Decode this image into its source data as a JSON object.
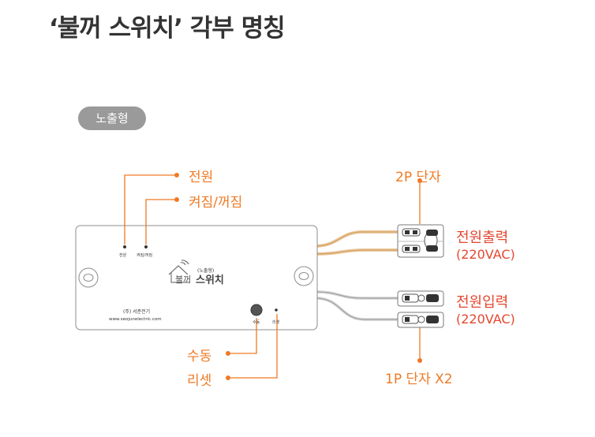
{
  "title": "‘불꺼 스위치’ 각부 명칭",
  "type_badge": "노출형",
  "callouts": {
    "power": "전원",
    "on_off": "켜짐/꺼짐",
    "manual": "수동",
    "reset": "리셋",
    "terminal_2p": "2P 단자",
    "terminal_1p": "1P 단자 X2",
    "power_output": "전원출력",
    "power_output_voltage": "(220VAC)",
    "power_input": "전원입력",
    "power_input_voltage": "(220VAC)"
  },
  "device": {
    "led_power_label": "전원",
    "led_onoff_label": "켜짐/꺼짐",
    "logo_brand": "불꺼",
    "logo_type": "(노출형)",
    "logo_product": "스위치",
    "company": "(주) 서준전기",
    "website": "www.seojunelectric.com",
    "manual_button_label": "수동",
    "reset_button_label": "리셋"
  },
  "colors": {
    "accent_orange": "#ef7a25",
    "accent_red": "#e4472f",
    "title": "#333333",
    "badge": "#9a9a9a"
  }
}
